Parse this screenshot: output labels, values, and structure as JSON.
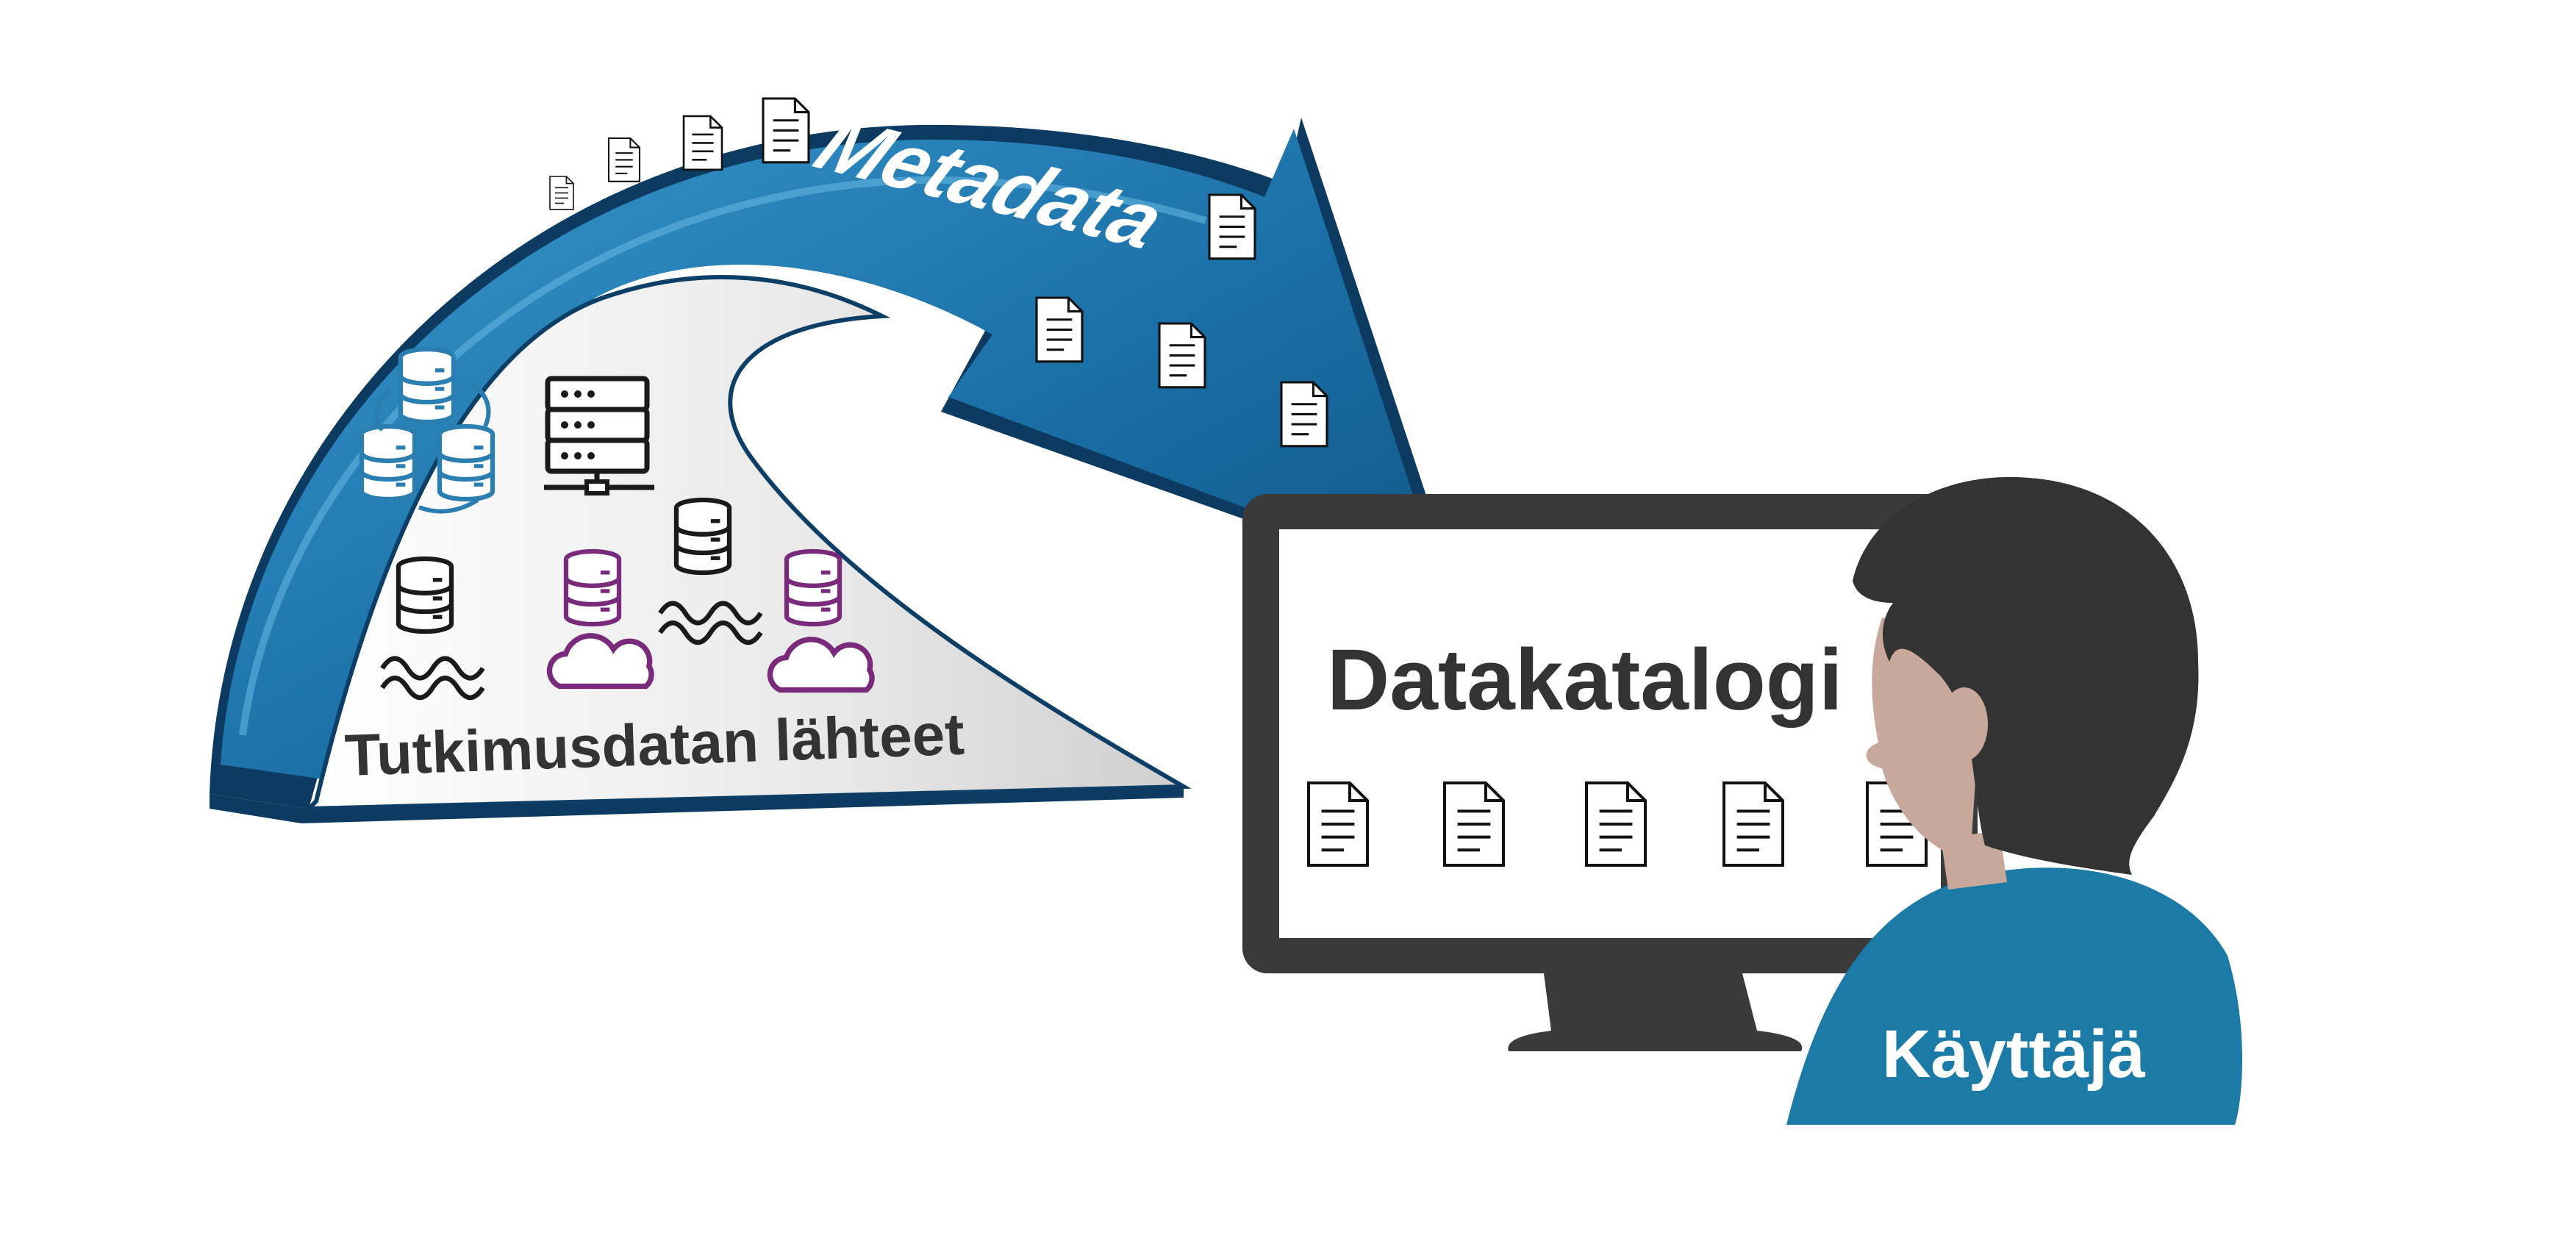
{
  "arrow": {
    "label": "Metadata",
    "color_light": "#2a86b8",
    "color_dark": "#0d3f66",
    "inner_color": "#dcdcdc"
  },
  "sources": {
    "label": "Tutkimusdatan lähteet",
    "icons": [
      {
        "name": "replicated-databases-icon",
        "color": "#2a7fb0"
      },
      {
        "name": "server-rack-icon",
        "color": "#1a1a1a"
      },
      {
        "name": "database-stream-icon",
        "color": "#1a1a1a"
      },
      {
        "name": "cloud-database-icon",
        "color": "#7a2a7a"
      },
      {
        "name": "database-stream-icon",
        "color": "#1a1a1a"
      },
      {
        "name": "cloud-database-icon",
        "color": "#7a2a7a"
      }
    ]
  },
  "catalog": {
    "label": "Datakatalogi",
    "monitor_color": "#3a3a3a",
    "documents": 5
  },
  "user": {
    "label": "Käyttäjä",
    "hair_color": "#333333",
    "skin_color": "#c9a89c",
    "shirt_color": "#1b7aa6"
  }
}
